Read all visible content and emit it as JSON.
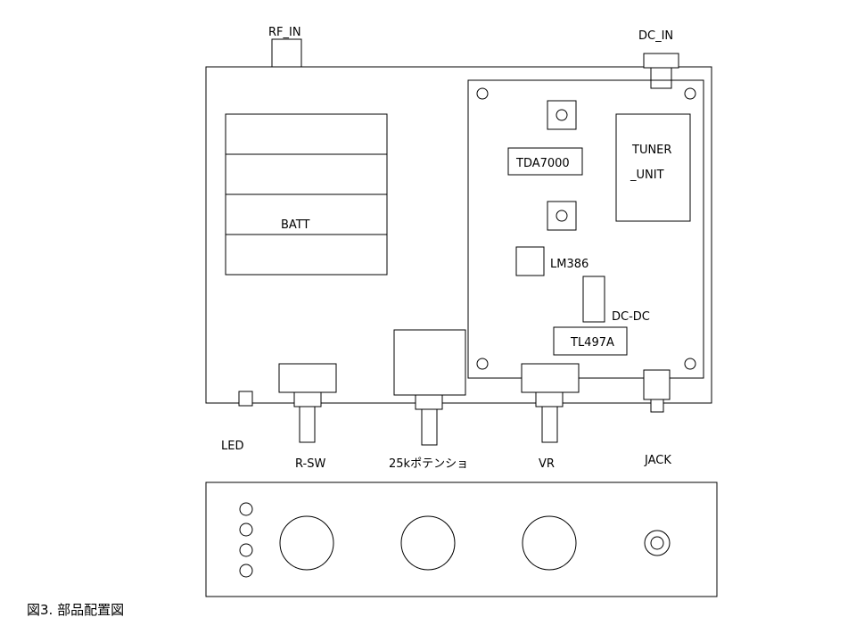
{
  "labels": {
    "rf_in": "RF_IN",
    "dc_in": "DC_IN",
    "batt": "BATT",
    "tda7000": "TDA7000",
    "tuner_line1": "TUNER",
    "tuner_line2": "_UNIT",
    "lm386": "LM386",
    "dc_dc": "DC-DC",
    "tl497a": "TL497A",
    "led": "LED",
    "r_sw": "R-SW",
    "potentiometer": "25kポテンショ",
    "vr": "VR",
    "jack": "JACK"
  },
  "caption": "図3. 部品配置図"
}
